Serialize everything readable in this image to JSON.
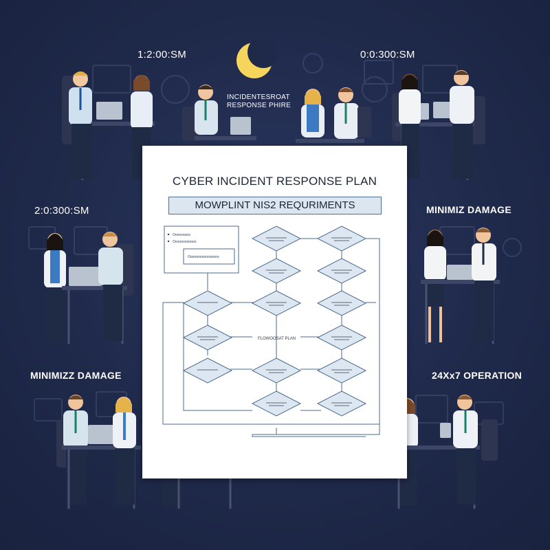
{
  "labels": {
    "top_left_time": "1:2:00:SM",
    "top_right_time": "0:0:300:SM",
    "incident_phase": "INCIDENTESROAT RESPONSE PHIRE",
    "mid_left_time": "2:0:300:SM",
    "mid_right_label": "MINIMIZ DAMAGE",
    "bottom_left_label": "MINIMIZZ DAMAGE",
    "bottom_right_label": "24Xx7 OPERATION"
  },
  "document": {
    "title": "CYBER INCIDENT RESPONSE PLAN",
    "subtitle": "MOWPLINT NIS2 REQURIMENTS",
    "legend_line1": "Oooovouoo",
    "legend_line2": "Oooooooooooo",
    "legend_box": "Oooooooooooooooo",
    "flow_center": "FLOWOOSAT PLAN"
  },
  "colors": {
    "background": "#1f2a4a",
    "moon": "#f6d55c",
    "paper": "#ffffff",
    "diamond_fill": "#dce7f1",
    "flow_line": "#4b6a8c"
  }
}
